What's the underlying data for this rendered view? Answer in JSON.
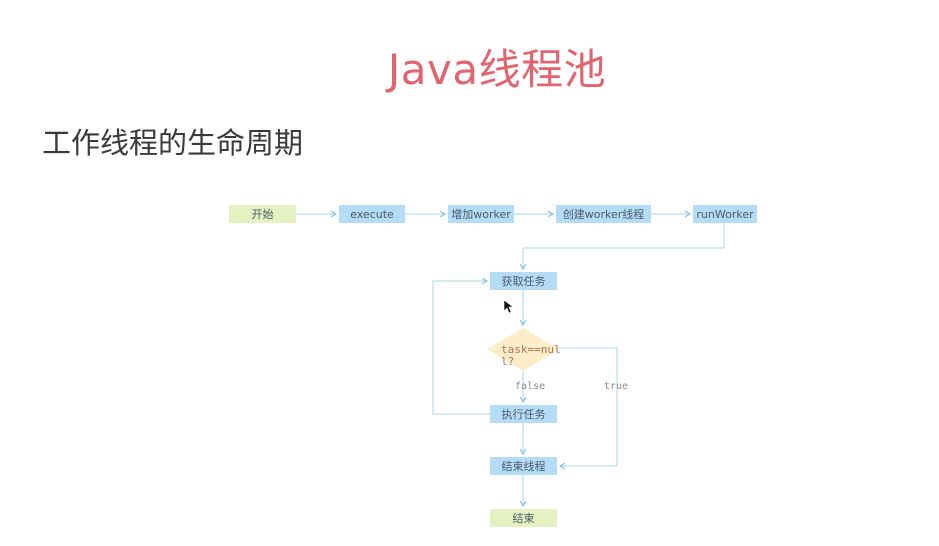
{
  "slide": {
    "title": "Java线程池",
    "subtitle": "工作线程的生命周期"
  },
  "colors": {
    "title": "#e2646f",
    "subtitle": "#3a3a3a",
    "terminal_fill": "#e6f1c2",
    "process_fill": "#b5dcf7",
    "decision_fill": "#fdeec9",
    "edge": "#a8d4f2"
  },
  "flowchart": {
    "nodes": {
      "start": "开始",
      "execute": "execute",
      "add_worker": "增加worker",
      "create_worker": "创建worker线程",
      "run_worker": "runWorker",
      "get_task": "获取任务",
      "decision_line1": "task==nul",
      "decision_line2": "l?",
      "run_task": "执行任务",
      "end_thread": "结束线程",
      "end": "结束"
    },
    "edge_labels": {
      "false": "false",
      "true": "true"
    }
  }
}
